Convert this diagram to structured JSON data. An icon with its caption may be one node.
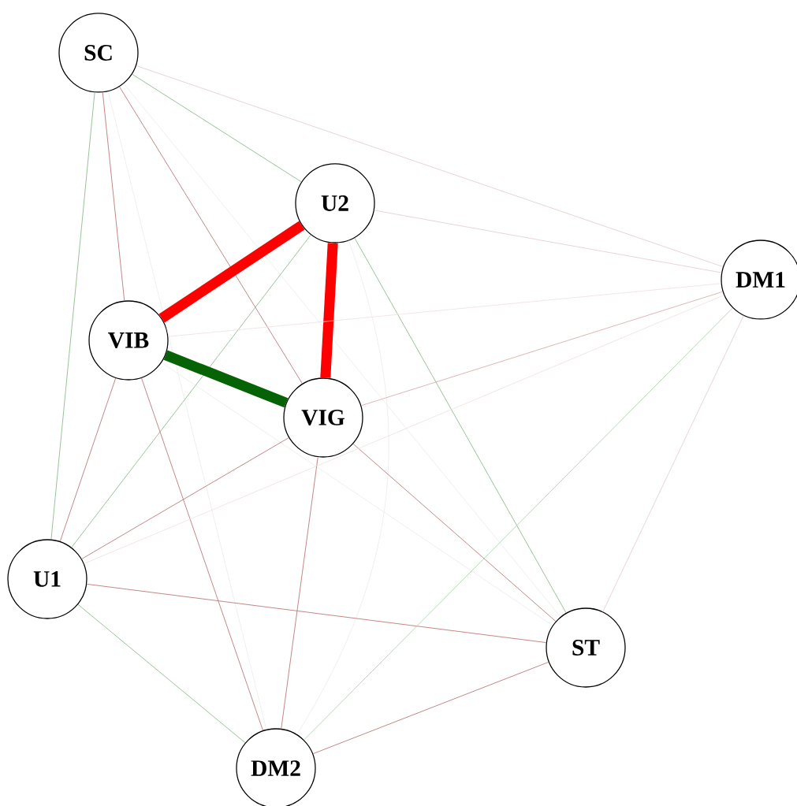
{
  "diagram": {
    "nodes": [
      {
        "text": [
          "SC"
        ]
      },
      {
        "text": [
          "U2"
        ]
      },
      {
        "text": [
          "DM1"
        ]
      },
      {
        "text": [
          "VIB"
        ]
      },
      {
        "text": [
          "VIG"
        ]
      },
      {
        "text": [
          "U1"
        ]
      },
      {
        "text": [
          "ST"
        ]
      },
      {
        "text": [
          "DM2"
        ]
      }
    ],
    "edges": [
      {
        "from": 0,
        "to": 1,
        "arrow": "none",
        "color": "#86b886"
      },
      {
        "from": 0,
        "to": 2,
        "arrow": "none",
        "color": "#e6cccc"
      },
      {
        "from": 0,
        "to": 3,
        "arrow": "none"
      },
      {
        "from": 0,
        "to": 4,
        "arrow": "none"
      },
      {
        "from": 0,
        "to": 5,
        "arrow": "none",
        "color": "#86b886"
      },
      {
        "from": 0,
        "to": 6,
        "arrow": "none",
        "color": "#ececec"
      },
      {
        "from": 0,
        "to": 7,
        "arrow": "none",
        "color": "#ececec"
      },
      {
        "from": 1,
        "to": 3,
        "arrow": "none",
        "style": "thick",
        "color": "#ff0000"
      },
      {
        "from": 1,
        "to": 4,
        "arrow": "none",
        "style": "thick",
        "color": "#ff0000"
      },
      {
        "from": 1,
        "to": 2,
        "arrow": "none",
        "color": "#e6cccc"
      },
      {
        "from": 1,
        "to": 5,
        "arrow": "none",
        "color": "#86b886"
      },
      {
        "from": 1,
        "to": 6,
        "arrow": "none",
        "color": "#86b886"
      },
      {
        "from": 1,
        "to": 7,
        "arrow": "none",
        "color": "#ececec"
      },
      {
        "from": 3,
        "to": 4,
        "arrow": "none",
        "style": "thick",
        "color": "#056305"
      },
      {
        "from": 3,
        "to": 2,
        "arrow": "none",
        "color": "#f0e0e0"
      },
      {
        "from": 3,
        "to": 5,
        "arrow": "none"
      },
      {
        "from": 3,
        "to": 7,
        "arrow": "none"
      },
      {
        "from": 3,
        "to": 6,
        "arrow": "none",
        "color": "#ececec"
      },
      {
        "from": 4,
        "to": 2,
        "arrow": "none",
        "color": "#d8a8a8"
      },
      {
        "from": 4,
        "to": 5,
        "arrow": "none"
      },
      {
        "from": 4,
        "to": 7,
        "arrow": "none"
      },
      {
        "from": 4,
        "to": 6,
        "arrow": "none"
      },
      {
        "from": 5,
        "to": 2,
        "arrow": "none",
        "color": "#f0e0e0"
      },
      {
        "from": 5,
        "to": 6,
        "arrow": "none"
      },
      {
        "from": 5,
        "to": 7,
        "arrow": "none",
        "color": "#86b886"
      },
      {
        "from": 2,
        "to": 6,
        "arrow": "none",
        "color": "#e6cccc"
      },
      {
        "from": 2,
        "to": 7,
        "arrow": "none",
        "color": "#a8d0a8"
      },
      {
        "from": 6,
        "to": 7,
        "arrow": "none"
      }
    ]
  }
}
